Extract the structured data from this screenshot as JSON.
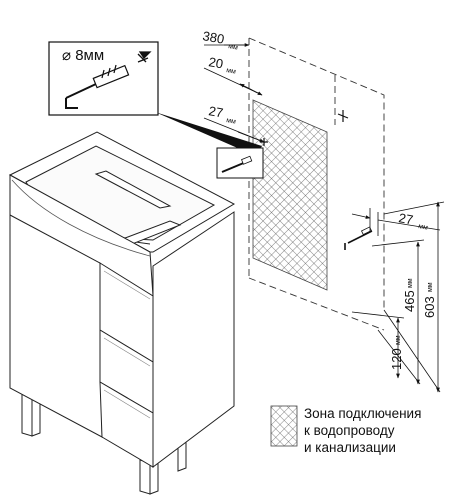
{
  "drill": {
    "label": "⌀ 8мм"
  },
  "dimensions": {
    "unit": "мм",
    "d380": "380",
    "d20": "20",
    "d27_top": "27",
    "d27_right": "27",
    "d120": "120",
    "d465": "465",
    "d603": "603"
  },
  "legend": {
    "line1": "Зона подключения",
    "line2": "к водопроводу",
    "line3": "и канализации"
  }
}
